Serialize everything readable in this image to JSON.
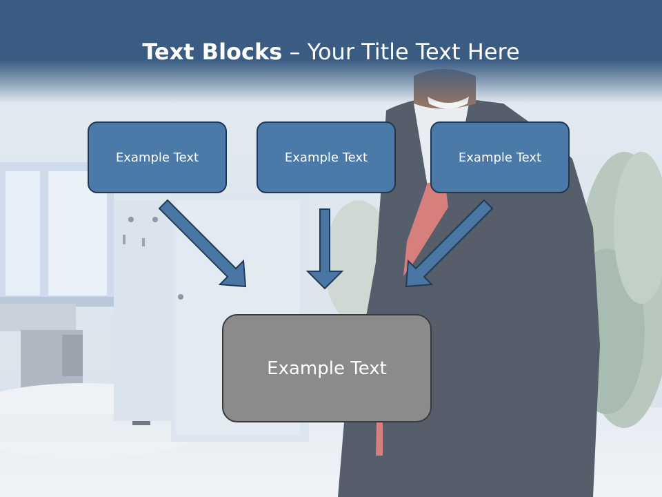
{
  "slide": {
    "title_bold": "Text Blocks",
    "title_sep": " – ",
    "title_rest": "Your Title Text Here",
    "colors": {
      "header": "#3a5c82",
      "box_fill": "#4b79a8",
      "box_border": "#1f3650",
      "center_fill": "#8b8b8b",
      "arrow_fill": "#4a76a4"
    }
  },
  "blocks": [
    {
      "label": "Example Text"
    },
    {
      "label": "Example Text"
    },
    {
      "label": "Example Text"
    }
  ],
  "center_block": {
    "label": "Example Text"
  }
}
